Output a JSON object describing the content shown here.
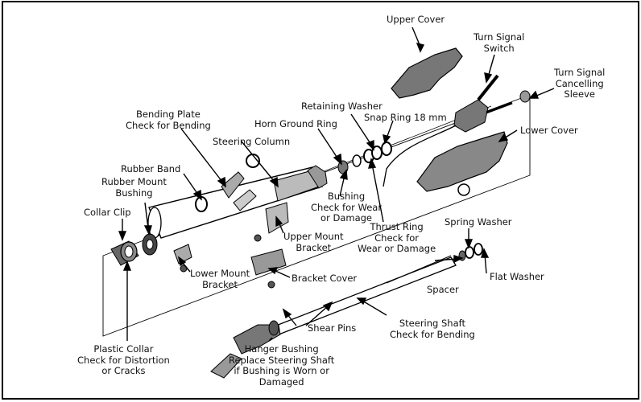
{
  "labels": {
    "upper_cover": "Upper Cover",
    "turn_signal_switch": "Turn Signal\nSwitch",
    "turn_signal_cancelling_sleeve": "Turn Signal\nCancelling\nSleeve",
    "retaining_washer": "Retaining Washer",
    "snap_ring": "Snap Ring 18 mm",
    "horn_ground_ring": "Horn Ground Ring",
    "lower_cover": "Lower Cover",
    "bending_plate": "Bending Plate\nCheck for Bending",
    "steering_column": "Steering Column",
    "rubber_band": "Rubber Band",
    "rubber_mount_bushing": "Rubber Mount\nBushing",
    "bushing": "Bushing\nCheck for Wear\nor Damage",
    "collar_clip": "Collar Clip",
    "thrust_ring": "Thrust Ring\nCheck for\nWear or Damage",
    "spring_washer": "Spring Washer",
    "upper_mount_bracket": "Upper Mount\nBracket",
    "lower_mount_bracket": "Lower Mount\nBracket",
    "bracket_cover": "Bracket Cover",
    "spacer": "Spacer",
    "flat_washer": "Flat Washer",
    "steering_shaft": "Steering Shaft\nCheck for Bending",
    "shear_pins": "Shear Pins",
    "plastic_collar": "Plastic Collar\nCheck for Distortion\nor Cracks",
    "hanger_bushing": "Hanger Bushing\nReplace Steering Shaft\nif Bushing is Worn or\nDamaged"
  }
}
